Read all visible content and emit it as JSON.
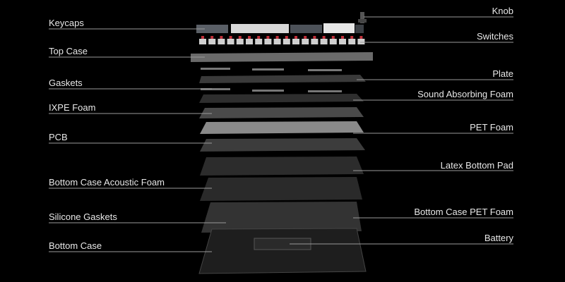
{
  "labels_left": [
    "Keycaps",
    "Top Case",
    "Gaskets",
    "IXPE Foam",
    "PCB",
    "Bottom Case Acoustic Foam",
    "Silicone Gaskets",
    "Bottom Case"
  ],
  "labels_right": [
    "Knob",
    "Switches",
    "Plate",
    "Sound Absorbing Foam",
    "PET Foam",
    "Latex Bottom Pad",
    "Bottom Case PET Foam",
    "Battery"
  ],
  "colors": {
    "background": "#000000",
    "line": "#9a9a9a",
    "text": "#e8e8e8",
    "switch_stem": "#c0303a"
  }
}
